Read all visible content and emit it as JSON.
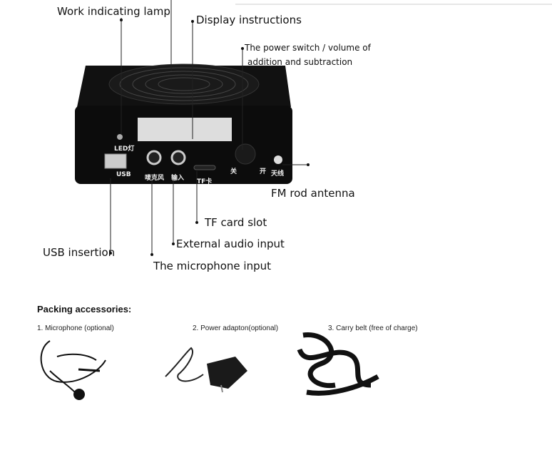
{
  "callouts": {
    "work_lamp": "Work indicating lamp",
    "display": "Display instructions",
    "power_switch_line1": "The power switch / volume of",
    "power_switch_line2": "addition and subtraction",
    "fm_antenna": "FM rod antenna",
    "tf_slot": "TF card slot",
    "usb": "USB insertion",
    "external_audio": "External audio input",
    "microphone_input": "The microphone input"
  },
  "device_labels": {
    "led": "LED灯",
    "usb": "USB",
    "mic": "唛克风",
    "input": "输入",
    "tf": "TF卡",
    "off": "关",
    "on": "开",
    "antenna": "天线"
  },
  "accessories": {
    "title": "Packing accessories:",
    "items": [
      {
        "label": "1. Microphone (optional)"
      },
      {
        "label": "2. Power adapton(optional)"
      },
      {
        "label": "3.  Carry belt (free of charge)"
      }
    ]
  }
}
